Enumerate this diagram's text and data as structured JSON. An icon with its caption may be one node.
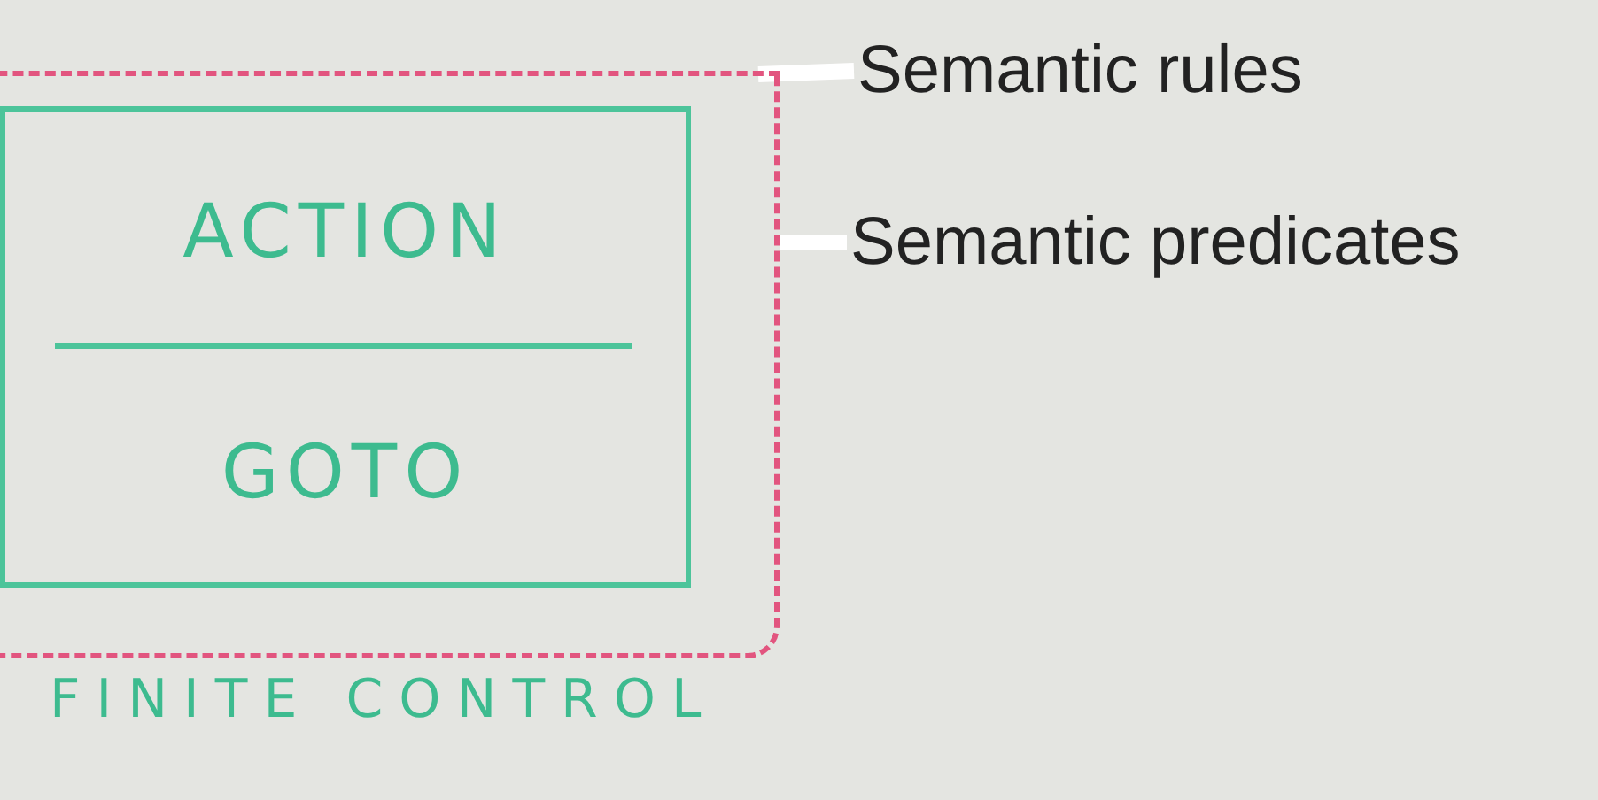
{
  "diagram": {
    "nodes": [
      {
        "text": [],
        "shape": "box"
      },
      {
        "text": [
          "ACTION",
          "GOTO"
        ],
        "in": 0
      },
      {
        "text": [
          "Semantic rules"
        ]
      },
      {
        "text": [
          "Semantic predicates"
        ]
      }
    ],
    "edges": [
      {
        "from": 2,
        "to": 0,
        "arrow": "none"
      },
      {
        "from": 3,
        "to": 0,
        "arrow": "none"
      }
    ],
    "labels": [
      "FINITE CONTROL"
    ]
  }
}
